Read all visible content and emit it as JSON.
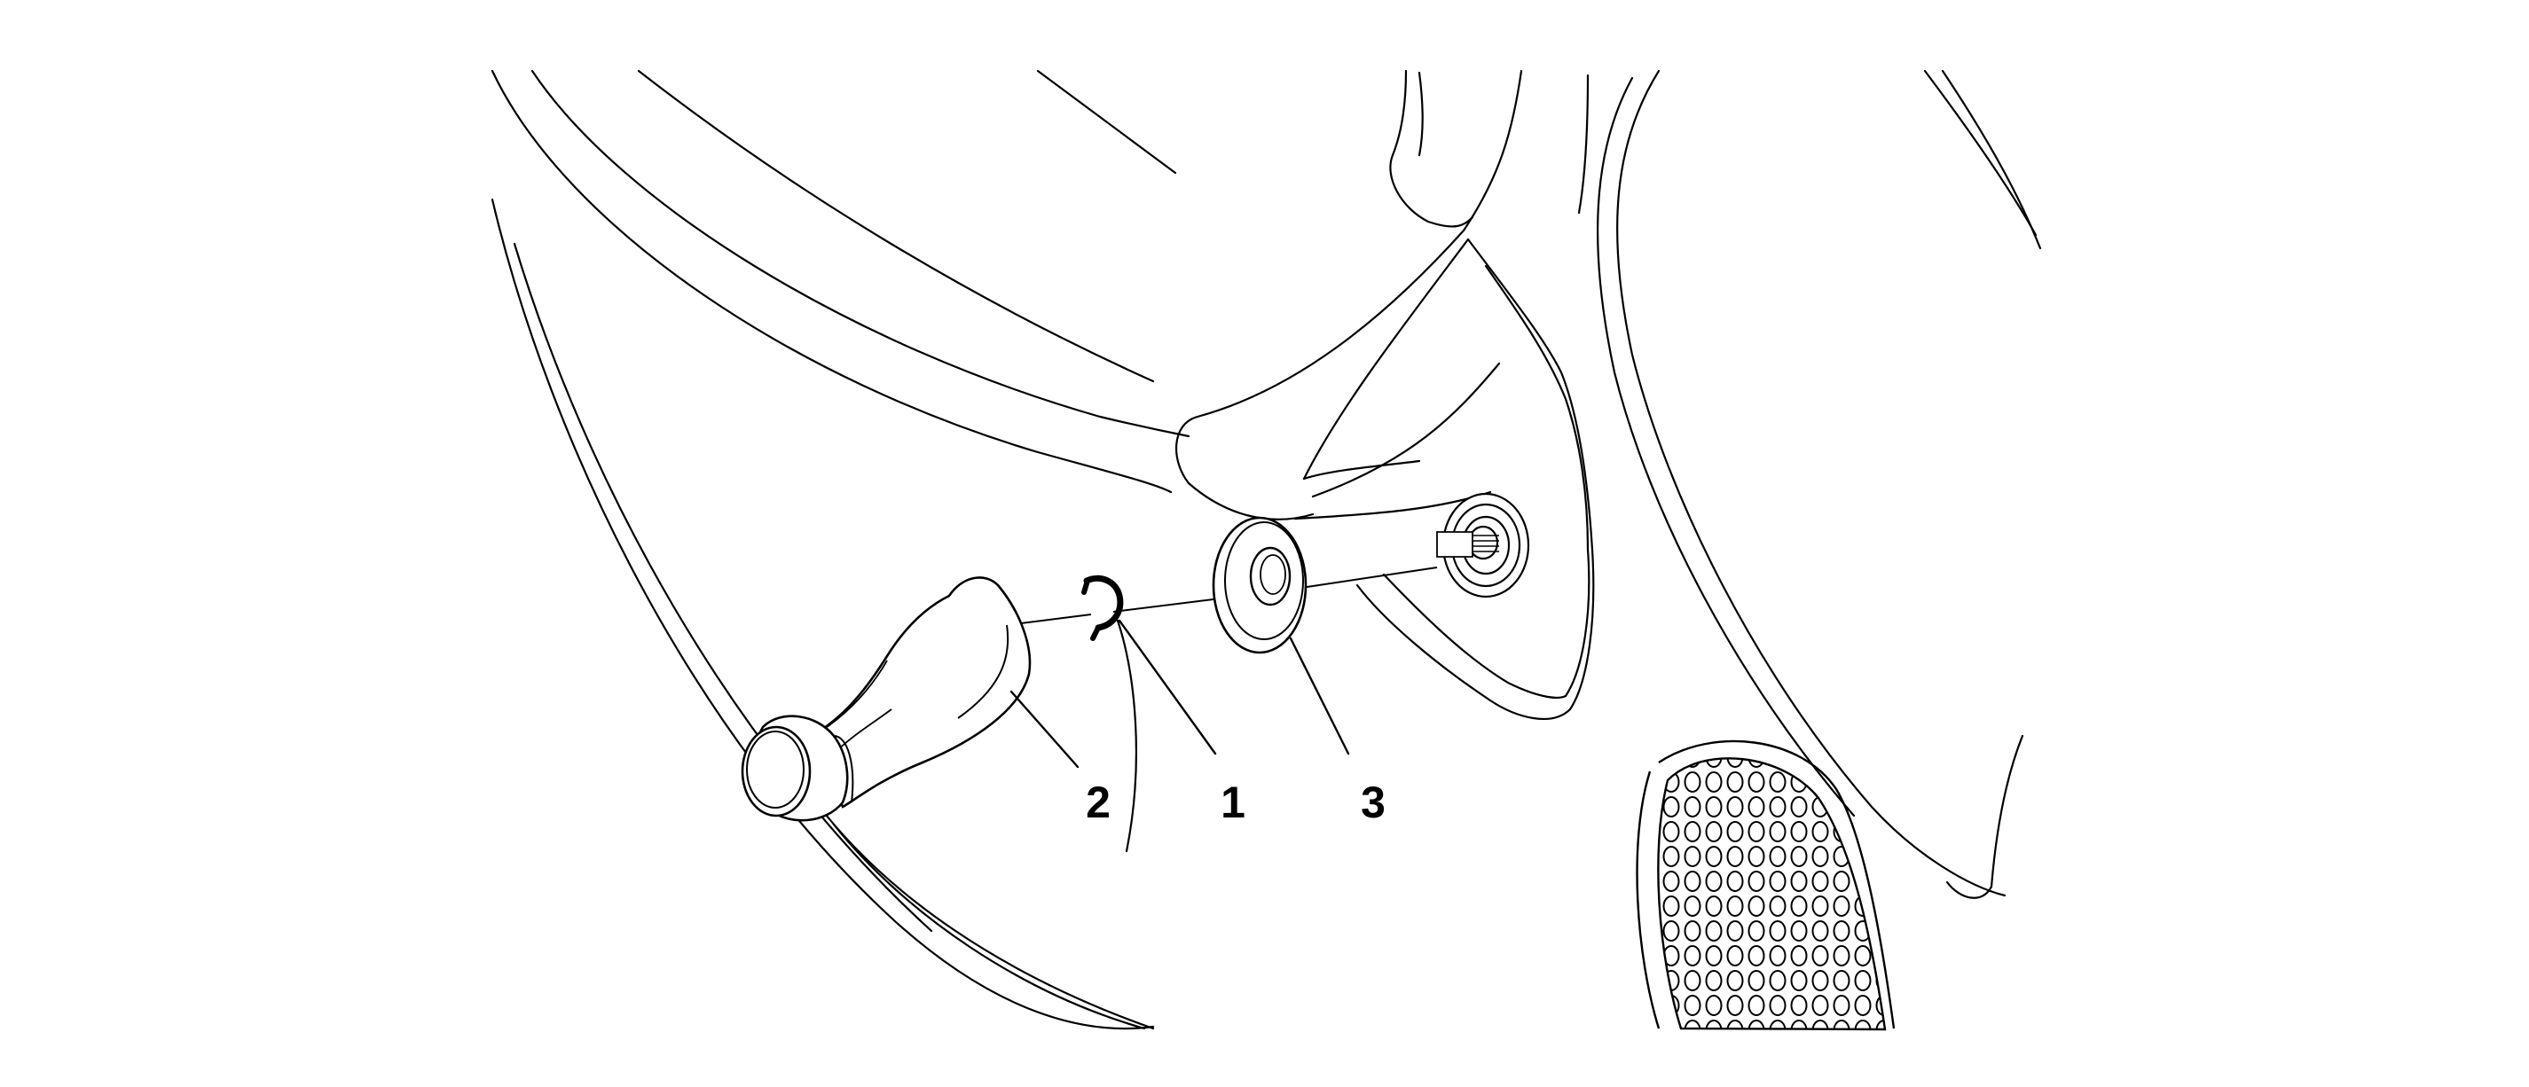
{
  "diagram": {
    "callouts": [
      {
        "id": "clip",
        "label": "1"
      },
      {
        "id": "handle",
        "label": "2"
      },
      {
        "id": "washer",
        "label": "3"
      }
    ],
    "colors": {
      "line": "#000000",
      "background": "#ffffff"
    }
  }
}
